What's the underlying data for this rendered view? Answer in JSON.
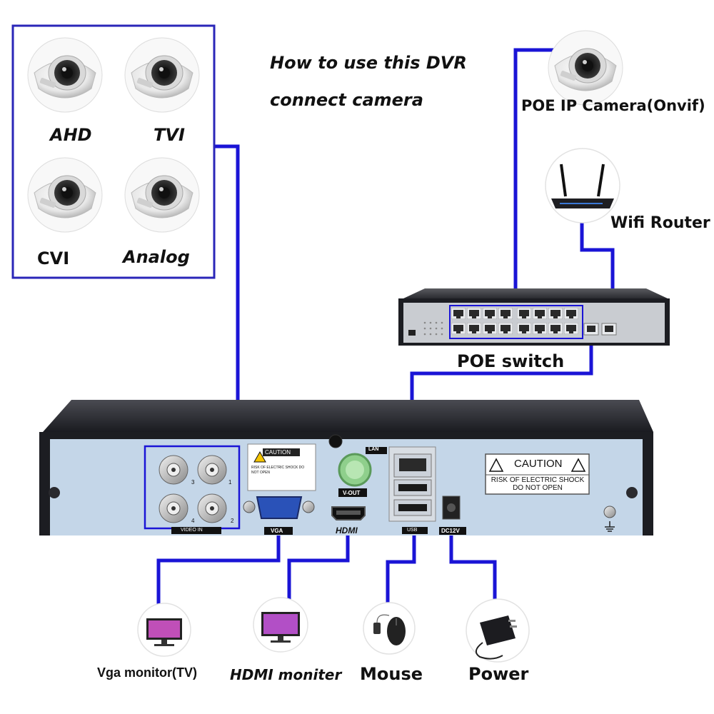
{
  "title": {
    "line1": "How  to use this DVR",
    "line2": "connect camera"
  },
  "cameras": {
    "ahd": "AHD",
    "tvi": "TVI",
    "cvi": "CVI",
    "analog": "Analog"
  },
  "network": {
    "ip_camera": "POE IP Camera(Onvif)",
    "router": "Wifi Router",
    "switch": "POE switch"
  },
  "dvr_panel": {
    "lan": "LAN",
    "vout": "V-OUT",
    "video_in": "VIDEO IN",
    "vga": "VGA",
    "hdmi": "HDMI",
    "usb": "USB",
    "dc": "DC12V",
    "caution": "CAUTION",
    "caution_text1": "RISK OF ELECTRIC SHOCK",
    "caution_text2": "DO NOT OPEN",
    "small_caution": "CAUTION",
    "small_caution_text": "RISK OF ELECTRIC SHOCK DO NOT OPEN",
    "ports": [
      "3",
      "1",
      "4",
      "2"
    ]
  },
  "outputs": {
    "vga_monitor": "Vga monitor(TV)",
    "hdmi_monitor": "HDMI moniter",
    "mouse": "Mouse",
    "power": "Power"
  },
  "colors": {
    "wire": "#1a14d6",
    "frame": "#2a26b8",
    "panel": "#c4d6e8",
    "chassis": "#1c1d22"
  }
}
